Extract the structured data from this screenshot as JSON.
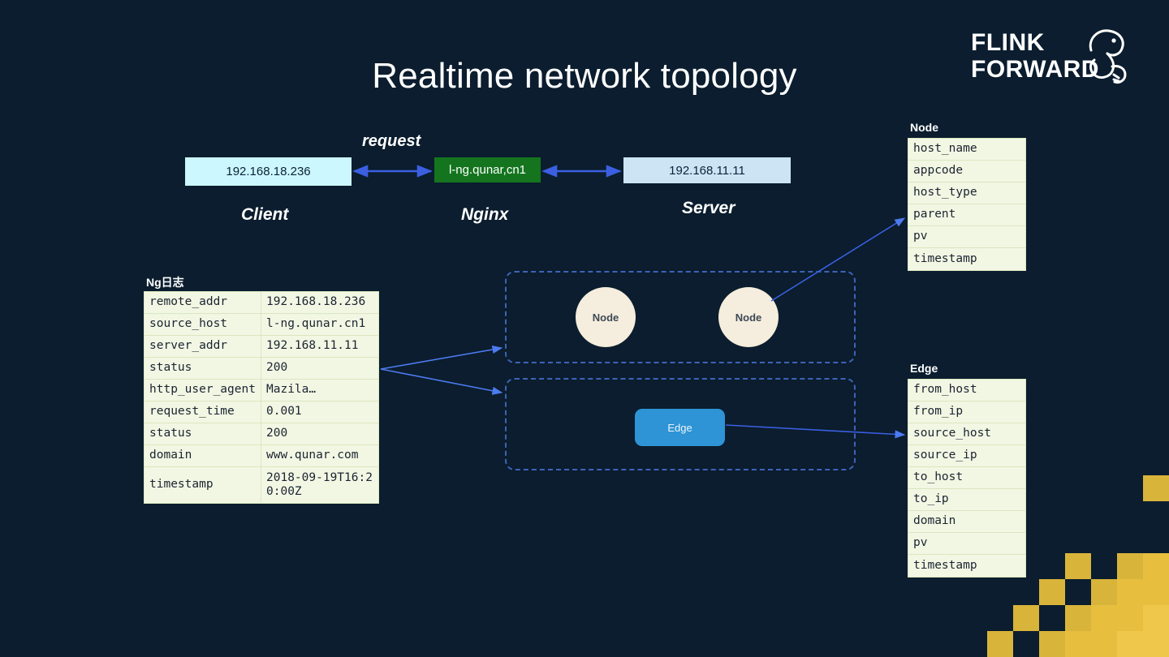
{
  "slide": {
    "title": "Realtime network topology",
    "background_color": "#0B1D2E"
  },
  "logo": {
    "line1": "FLINK",
    "line2": "FORWARD",
    "icon": "squirrel-icon",
    "color": "#FFFFFF"
  },
  "topology": {
    "request_label": "request",
    "client": {
      "value": "192.168.18.236",
      "label": "Client",
      "color": "#CCF7FE"
    },
    "nginx": {
      "value": "l-ng.qunar,cn1",
      "label": "Nginx",
      "color": "#14751E"
    },
    "server": {
      "value": "192.168.11.11",
      "label": "Server",
      "color": "#CDE4F5"
    }
  },
  "ng_log": {
    "caption": "Ng日志",
    "rows": [
      {
        "key": "remote_addr",
        "value": "192.168.18.236"
      },
      {
        "key": "source_host",
        "value": "l-ng.qunar.cn1"
      },
      {
        "key": "server_addr",
        "value": "192.168.11.11"
      },
      {
        "key": "status",
        "value": "200"
      },
      {
        "key": "http_user_agent",
        "value": "Mazila…"
      },
      {
        "key": "request_time",
        "value": "0.001"
      },
      {
        "key": "status",
        "value": "200"
      },
      {
        "key": "domain",
        "value": "www.qunar.com"
      },
      {
        "key": "timestamp",
        "value": "2018-09-19T16:20:00Z"
      }
    ]
  },
  "node_schema": {
    "caption": "Node",
    "fields": [
      "host_name",
      "appcode",
      "host_type",
      "parent",
      "pv",
      "timestamp"
    ]
  },
  "edge_schema": {
    "caption": "Edge",
    "fields": [
      "from_host",
      "from_ip",
      "source_host",
      "source_ip",
      "to_host",
      "to_ip",
      "domain",
      "pv",
      "timestamp"
    ]
  },
  "graph": {
    "node_label": "Node",
    "edge_label": "Edge",
    "node_color": "#F5EDDD",
    "edge_color": "#2E94D6",
    "container_border_color": "#3E63B8",
    "nodes": [
      "Node",
      "Node"
    ],
    "edges": [
      "Edge"
    ]
  },
  "connectors": {
    "arrow_color": "#3B5FE0",
    "light_arrow_color": "#4C7BF0"
  },
  "decoration": {
    "checker_colors": [
      "#8E7C2E",
      "#A8892F",
      "#C4A133",
      "#D9B43B",
      "#E8BE3F",
      "#EFC84B"
    ]
  }
}
